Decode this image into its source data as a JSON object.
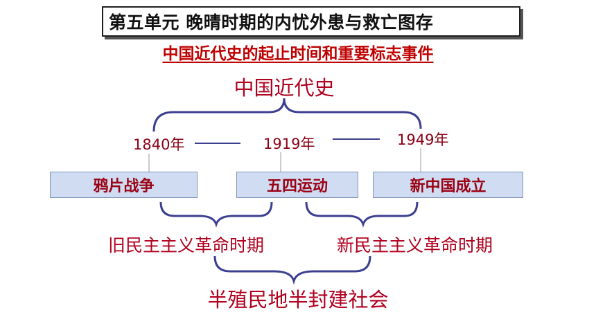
{
  "header": {
    "unit_title": "第五单元 晚晴时期的内忧外患与救亡图存",
    "subtitle": "中国近代史的起止时间和重要标志事件"
  },
  "timeline": {
    "top_label": "中国近代史",
    "years": [
      "1840年",
      "1919年",
      "1949年"
    ],
    "events": [
      "鸦片战争",
      "五四运动",
      "新中国成立"
    ],
    "periods": [
      "旧民主主义革命时期",
      "新民主主义革命时期"
    ],
    "bottom_label": "半殖民地半封建社会"
  },
  "colors": {
    "accent_red": "#b0001e",
    "box_fill": "#cfdcf1",
    "brace_stroke": "#3b3f8f"
  }
}
